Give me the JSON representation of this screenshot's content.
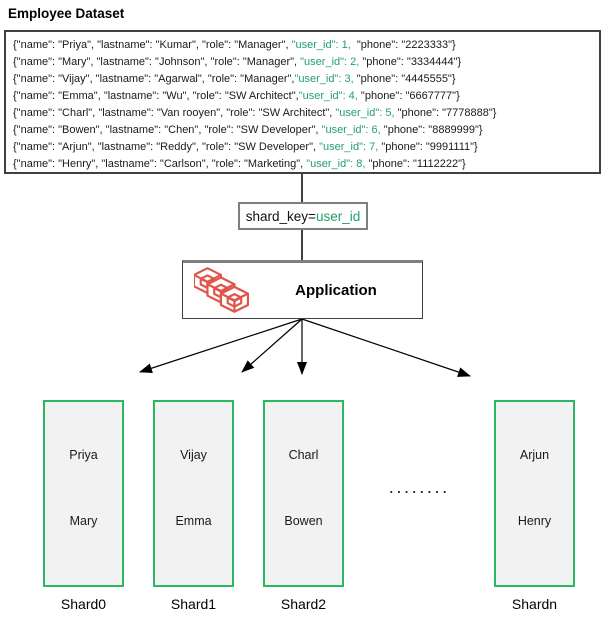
{
  "title": "Employee Dataset",
  "dataset": {
    "records": [
      {
        "before": "{\"name\": \"Priya\", \"lastname\": \"Kumar\", \"role\": \"Manager\", ",
        "user_id": "\"user_id\": 1,",
        "after": "  \"phone\": \"2223333\"}"
      },
      {
        "before": "{\"name\": \"Mary\", \"lastname\": \"Johnson\", \"role\": \"Manager\", ",
        "user_id": "\"user_id\": 2,",
        "after": " \"phone\": \"3334444\"}"
      },
      {
        "before": "{\"name\": \"Vijay\", \"lastname\": \"Agarwal\", \"role\": \"Manager\",",
        "user_id": "\"user_id\": 3,",
        "after": " \"phone\": \"4445555\"}"
      },
      {
        "before": "{\"name\": \"Emma\", \"lastname\": \"Wu\", \"role\": \"SW Architect\",",
        "user_id": "\"user_id\": 4,",
        "after": " \"phone\": \"6667777\"}"
      },
      {
        "before": "{\"name\": \"Charl\", \"lastname\": \"Van rooyen\", \"role\": \"SW Architect\", ",
        "user_id": "\"user_id\": 5,",
        "after": " \"phone\": \"7778888\"}"
      },
      {
        "before": "{\"name\": \"Bowen\", \"lastname\": \"Chen\", \"role\": \"SW Developer\", ",
        "user_id": "\"user_id\": 6,",
        "after": " \"phone\": \"8889999\"}"
      },
      {
        "before": "{\"name\": \"Arjun\", \"lastname\": \"Reddy\", \"role\": \"SW Developer\", ",
        "user_id": "\"user_id\": 7,",
        "after": " \"phone\": \"9991111\"}"
      },
      {
        "before": "{\"name\": \"Henry\", \"lastname\": \"Carlson\", \"role\": \"Marketing\", ",
        "user_id": "\"user_id\": 8,",
        "after": " \"phone\": \"1112222\"}"
      }
    ]
  },
  "shard_key": {
    "prefix": "shard_key=",
    "key": "user_id"
  },
  "application": {
    "label": "Application",
    "icon": "cubes-stack-icon"
  },
  "shards": {
    "ellipsis": "........",
    "items": [
      {
        "label": "Shard0",
        "names": [
          "Priya",
          "Mary"
        ]
      },
      {
        "label": "Shard1",
        "names": [
          "Vijay",
          "Emma"
        ]
      },
      {
        "label": "Shard2",
        "names": [
          "Charl",
          "Bowen"
        ]
      },
      {
        "label": "Shardn",
        "names": [
          "Arjun",
          "Henry"
        ]
      }
    ]
  },
  "colors": {
    "user_id_green": "#21a06b",
    "shard_border_green": "#2bb863",
    "shard_fill_gray": "#f2f2f2",
    "icon_red": "#e0554a",
    "connector_gray": "#7f7f7f"
  }
}
